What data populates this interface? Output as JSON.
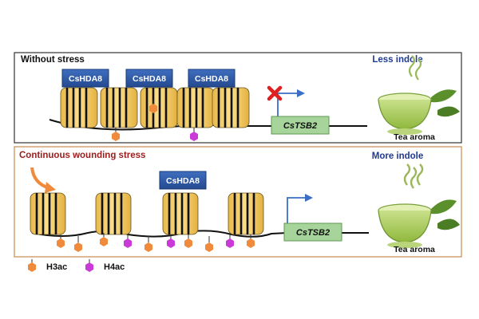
{
  "panels": [
    {
      "condition": "Without stress",
      "result": "Less indole",
      "gene": "CsTSB2",
      "enzyme": "CsHDA8",
      "product": "Tea aroma"
    },
    {
      "condition": "Continuous wounding stress",
      "result": "More indole",
      "gene": "CsTSB2",
      "enzyme": "CsHDA8",
      "product": "Tea aroma"
    }
  ],
  "legend": [
    {
      "label": "H3ac",
      "color": "#f08a3c"
    },
    {
      "label": "H4ac",
      "color": "#c93ad6"
    }
  ],
  "colors": {
    "panel_top_border": "#333333",
    "panel_bottom_border": "#c88a4c",
    "condition_bottom": "#9b1c1c",
    "result_text": "#1f3a93",
    "enzyme_box": "#2e59a8",
    "gene_box": "#a6d49a",
    "nucleosome": "#f2cf6b",
    "repression_mark": "#e02020",
    "arrow": "#3a6fc4"
  },
  "icons": [
    "tea-cup-icon",
    "repression-x-icon",
    "transcription-arrow-icon"
  ]
}
